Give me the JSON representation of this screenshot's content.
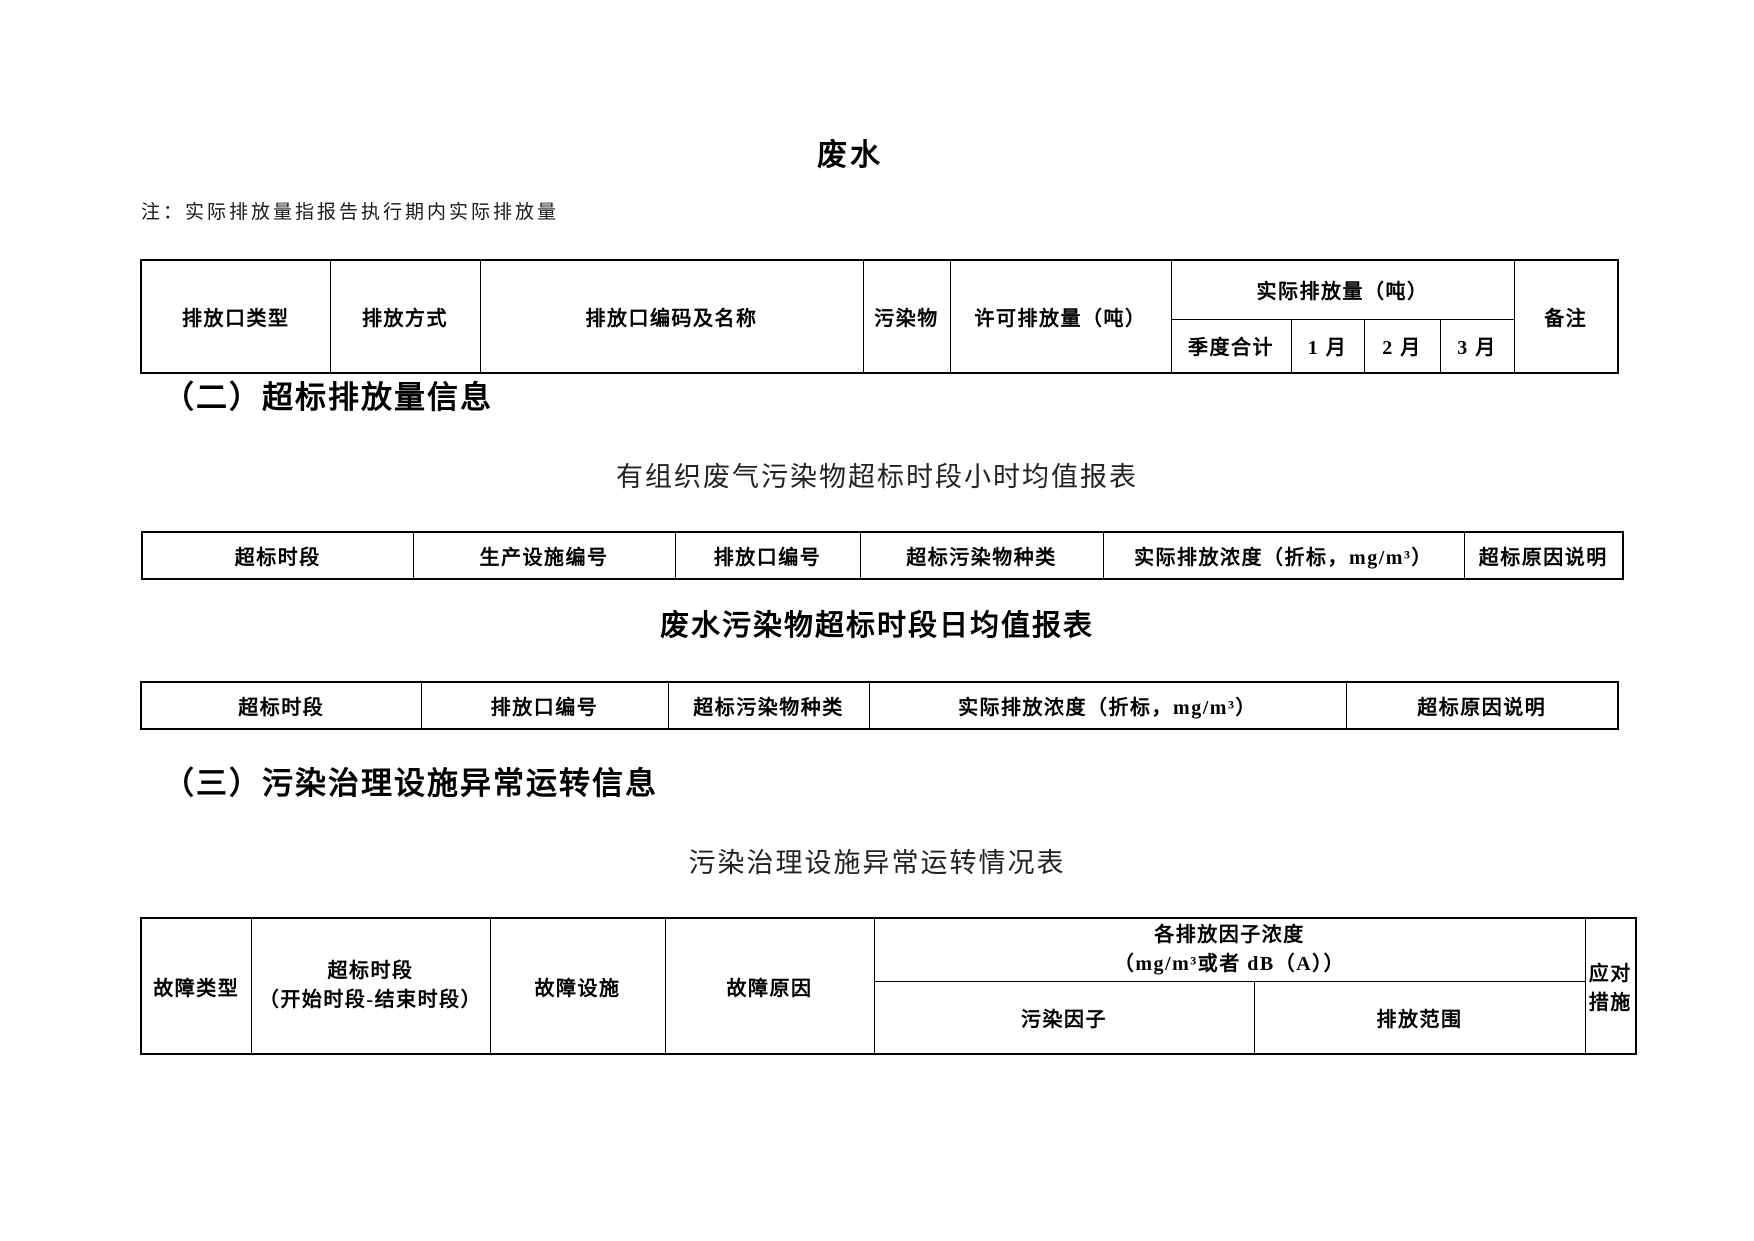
{
  "page": {
    "title": "废水",
    "note": "注：实际排放量指报告执行期内实际排放量"
  },
  "quarterly_table": {
    "outlet_type": "排放口类型",
    "discharge_mode": "排放方式",
    "outlet_code_name": "排放口编码及名称",
    "pollutant": "污染物",
    "permitted_amount": "许可排放量（吨）",
    "actual_amount_group": "实际排放量（吨）",
    "quarter_total": "季度合计",
    "month1": "1 月",
    "month2": "2 月",
    "month3": "3 月",
    "remark": "备注"
  },
  "section2": {
    "heading": "（二）超标排放量信息",
    "hourly_subtitle": "有组织废气污染物超标时段小时均值报表",
    "hourly_headers": [
      "超标时段",
      "生产设施编号",
      "排放口编号",
      "超标污染物种类",
      "实际排放浓度（折标，mg/m³）",
      "超标原因说明"
    ],
    "daily_subtitle": "废水污染物超标时段日均值报表",
    "daily_headers": [
      "超标时段",
      "排放口编号",
      "超标污染物种类",
      "实际排放浓度（折标，mg/m³）",
      "超标原因说明"
    ]
  },
  "section3": {
    "heading": "（三）污染治理设施异常运转信息",
    "subtitle": "污染治理设施异常运转情况表",
    "table": {
      "fault_type": "故障类型",
      "exceed_period_line1": "超标时段",
      "exceed_period_line2": "（开始时段-结束时段）",
      "fault_facility": "故障设施",
      "fault_reason": "故障原因",
      "factor_group_line1": "各排放因子浓度",
      "factor_group_line2": "（mg/m³或者 dB（A））",
      "pollution_factor": "污染因子",
      "emission_range": "排放范围",
      "response": "应对措施"
    }
  }
}
